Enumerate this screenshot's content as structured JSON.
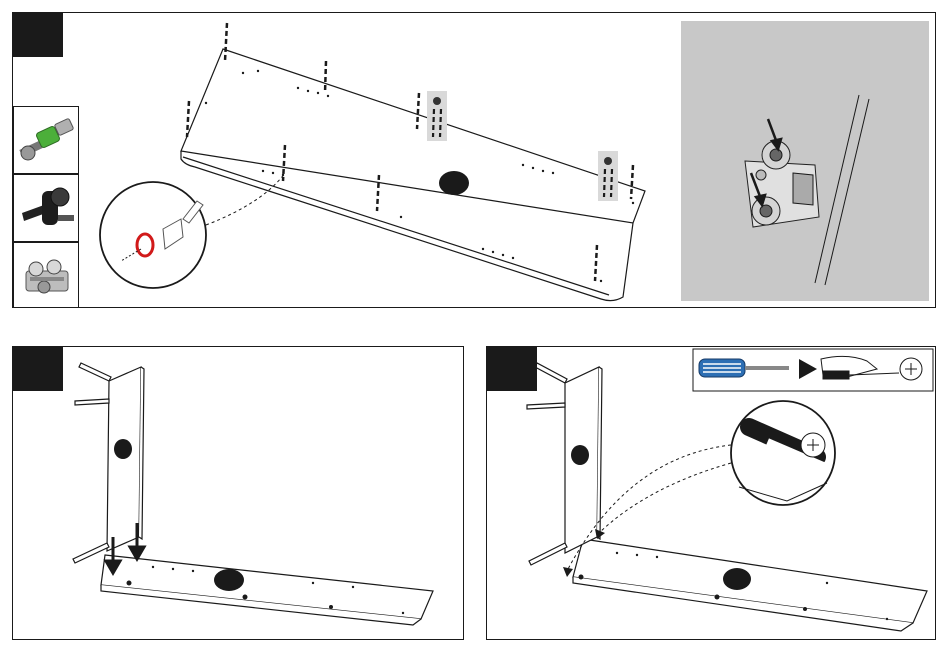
{
  "instruction_sheet": {
    "text_labels": [],
    "colors": {
      "ink": "#1a1a1a",
      "badge": "#1a1a1a",
      "detail_bg": "#c8c8c8",
      "highlight_bg": "#d9d9d9",
      "ring_red": "#d11a1a",
      "dowel_green": "#4caf3a",
      "screwdriver_blue": "#2d6fb4"
    },
    "steps": [
      {
        "id": "step-top",
        "badge_text": ""
      },
      {
        "id": "step-bottom-left",
        "badge_text": ""
      },
      {
        "id": "step-bottom-right",
        "badge_text": ""
      }
    ],
    "hardware_icons": [
      "cam-dowel-green-icon",
      "connector-pin-black-icon",
      "cam-lock-silver-icon"
    ]
  }
}
